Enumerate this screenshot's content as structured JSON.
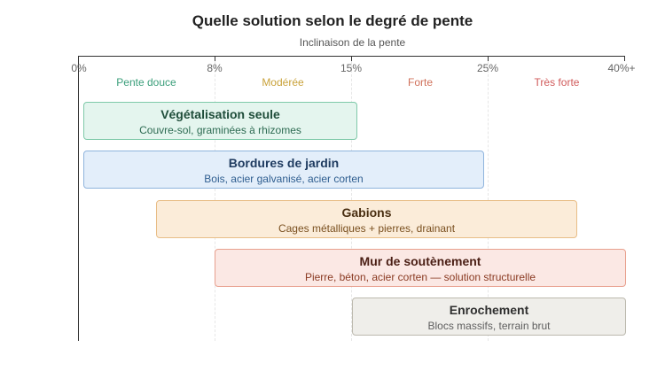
{
  "title": "Quelle solution selon le degré de pente",
  "axis_label": "Inclinaison de la pente",
  "ticks": [
    "0%",
    "8%",
    "15%",
    "25%",
    "40%+"
  ],
  "zones": [
    {
      "label": "Pente douce",
      "color": "#3a9e7a"
    },
    {
      "label": "Modérée",
      "color": "#c9a23b"
    },
    {
      "label": "Forte",
      "color": "#d0705a"
    },
    {
      "label": "Très forte",
      "color": "#d05a5a"
    }
  ],
  "solutions": [
    {
      "name": "Végétalisation seule",
      "detail": "Couvre-sol, graminées à rhizomes",
      "fill": "#e4f5ee",
      "border": "#7fc9a9",
      "title_color": "#1f4d3a",
      "detail_color": "#2d6b52"
    },
    {
      "name": "Bordures de jardin",
      "detail": "Bois, acier galvanisé, acier corten",
      "fill": "#e3eefa",
      "border": "#8fb4dd",
      "title_color": "#1e3a5f",
      "detail_color": "#2e5d8f"
    },
    {
      "name": "Gabions",
      "detail": "Cages métalliques + pierres, drainant",
      "fill": "#fbecd9",
      "border": "#e8bd86",
      "title_color": "#4a2f12",
      "detail_color": "#7a5020"
    },
    {
      "name": "Mur de soutènement",
      "detail": "Pierre, béton, acier corten — solution structurelle",
      "fill": "#fbe8e4",
      "border": "#e8a08e",
      "title_color": "#4a1e14",
      "detail_color": "#8a3a22"
    },
    {
      "name": "Enrochement",
      "detail": "Blocs massifs, terrain brut",
      "fill": "#efeeea",
      "border": "#bcb9ae",
      "title_color": "#2f2f2f",
      "detail_color": "#5f5f5f"
    }
  ]
}
